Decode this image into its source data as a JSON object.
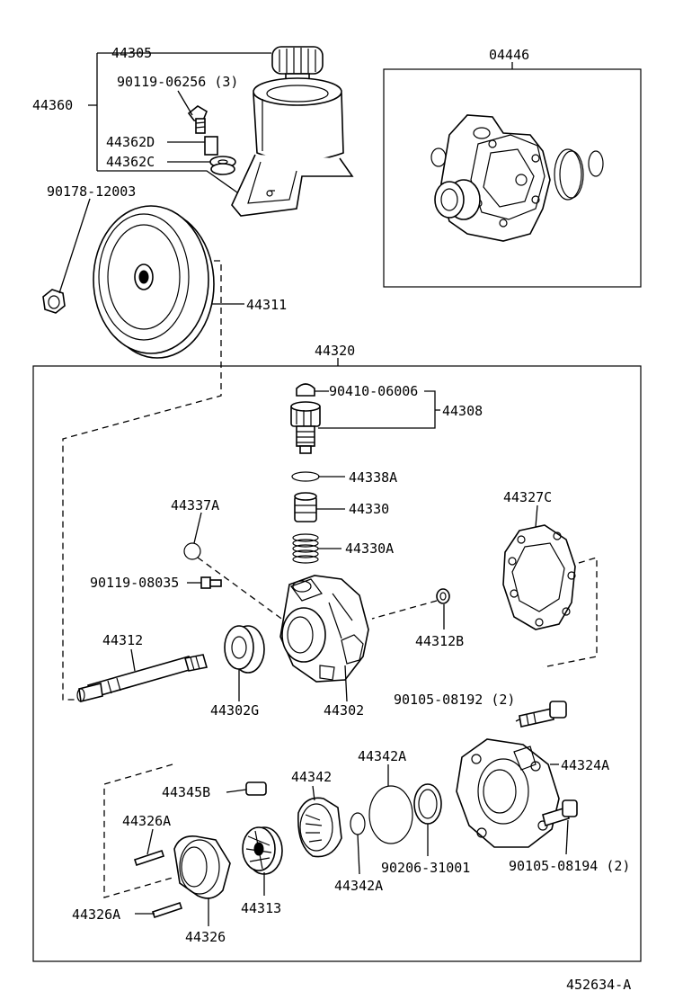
{
  "diagram": {
    "labels": {
      "p44305": "44305",
      "p44360": "44360",
      "p90119_06256": "90119-06256 (3)",
      "p44362D": "44362D",
      "p44362C": "44362C",
      "p90178_12003": "90178-12003",
      "p44311": "44311",
      "p04446": "04446",
      "p44320": "44320",
      "p90410_06006": "90410-06006",
      "p44308": "44308",
      "p44338A": "44338A",
      "p44330": "44330",
      "p44330A": "44330A",
      "p44337A": "44337A",
      "p44327C": "44327C",
      "p90119_08035": "90119-08035",
      "p44312": "44312",
      "p44302G": "44302G",
      "p44302": "44302",
      "p44312B": "44312B",
      "p90105_08192": "90105-08192 (2)",
      "p44342A_top": "44342A",
      "p44324A": "44324A",
      "p44342": "44342",
      "p44345B": "44345B",
      "p44326A_top": "44326A",
      "p44326A_bottom": "44326A",
      "p44326": "44326",
      "p44313": "44313",
      "p44342A_bottom": "44342A",
      "p90206_31001": "90206-31001",
      "p90105_08194": "90105-08194 (2)",
      "ref": "452634-A"
    }
  }
}
